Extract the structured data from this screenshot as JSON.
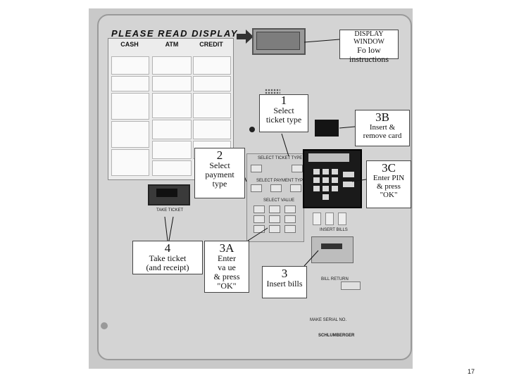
{
  "header": "PLEASE READ DISPLAY",
  "columns": [
    "CASH",
    "ATM",
    "CREDIT"
  ],
  "panel_labels": {
    "take_ticket": "TAKE TICKET",
    "select_ticket_type": "SELECT TICKET TYPE",
    "select_payment_type": "SELECT PAYMENT TYPE",
    "select_value": "SELECT VALUE",
    "insert_bills": "INSERT BILLS",
    "bill return": "BILL RETURN",
    "serial": "MAKE SERIAL NO.",
    "brand": "SCHLUMBERGER"
  },
  "callouts": {
    "display": {
      "line1": "DISPLAY WINDOW",
      "line2": "Fo low",
      "line3": "instructions"
    },
    "c1": {
      "num": "1",
      "line1": "Select",
      "line2": "ticket type"
    },
    "c2": {
      "num": "2",
      "line1": "Select",
      "line2": "payment",
      "line3": "type"
    },
    "c3b": {
      "num": "3B",
      "line1": "Insert &",
      "line2": "remove card"
    },
    "c3c": {
      "num": "3C",
      "line1": "Enter PIN",
      "line2": "& press",
      "line3": "\"OK\""
    },
    "c4": {
      "num": "4",
      "line1": "Take ticket",
      "line2": "(and receipt)"
    },
    "c3a": {
      "num": "3A",
      "line1": "Enter",
      "line2": "va ue",
      "line3": "& press",
      "line4": "\"OK\""
    },
    "c3": {
      "num": "3",
      "line1": "Insert bills"
    }
  },
  "page_number": "17"
}
